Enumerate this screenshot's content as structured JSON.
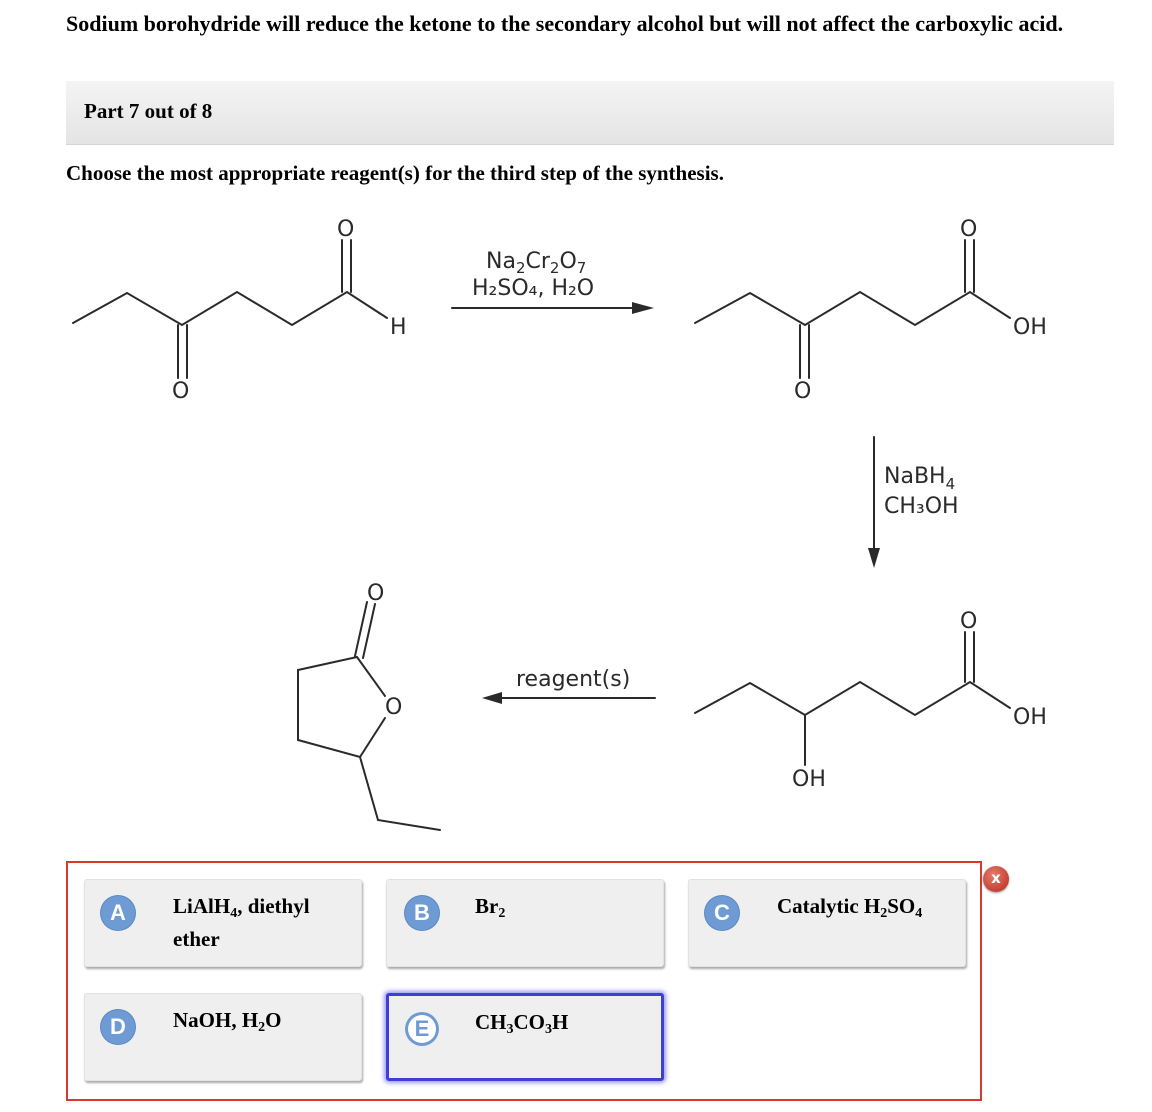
{
  "intro_text": "Sodium borohydride will reduce the ketone to the secondary alcohol but will not affect the carboxylic acid.",
  "part_label": "Part 7 out of 8",
  "question": "Choose the most appropriate reagent(s) for the third step of the synthesis.",
  "scheme": {
    "step1_reagent_line1": {
      "main": "Na",
      "sub1": "2",
      "mid": "Cr",
      "sub2": "2",
      "tail": "O",
      "sub3": "7"
    },
    "step1_reagent_line2": "H₂SO₄, H₂O",
    "step2_reagent_line1": "NaBH",
    "step2_reagent_sub": "4",
    "step2_reagent_line2": "CH₃OH",
    "step3_reagent": "reagent(s)",
    "atom_O": "O",
    "atom_H": "H",
    "atom_OH": "OH"
  },
  "feedback_icon": "x",
  "options": [
    {
      "letter": "A",
      "text": "LiAlH",
      "sub": "4",
      "tail": ", diethyl ether"
    },
    {
      "letter": "B",
      "text": "Br",
      "sub": "2",
      "tail": ""
    },
    {
      "letter": "C",
      "text": "Catalytic H",
      "sub": "2",
      "tail": "SO",
      "sub2": "4"
    },
    {
      "letter": "D",
      "text": "NaOH, H",
      "sub": "2",
      "tail": "O"
    },
    {
      "letter": "E",
      "text": "CH",
      "sub": "3",
      "tail": "CO",
      "sub2": "3",
      "tail2": "H"
    }
  ],
  "colors": {
    "answer_border": "#d9382c",
    "selected_border": "#3d3fd6",
    "letter_badge": "#6f9bd4",
    "x_badge": "#b42a1d"
  }
}
